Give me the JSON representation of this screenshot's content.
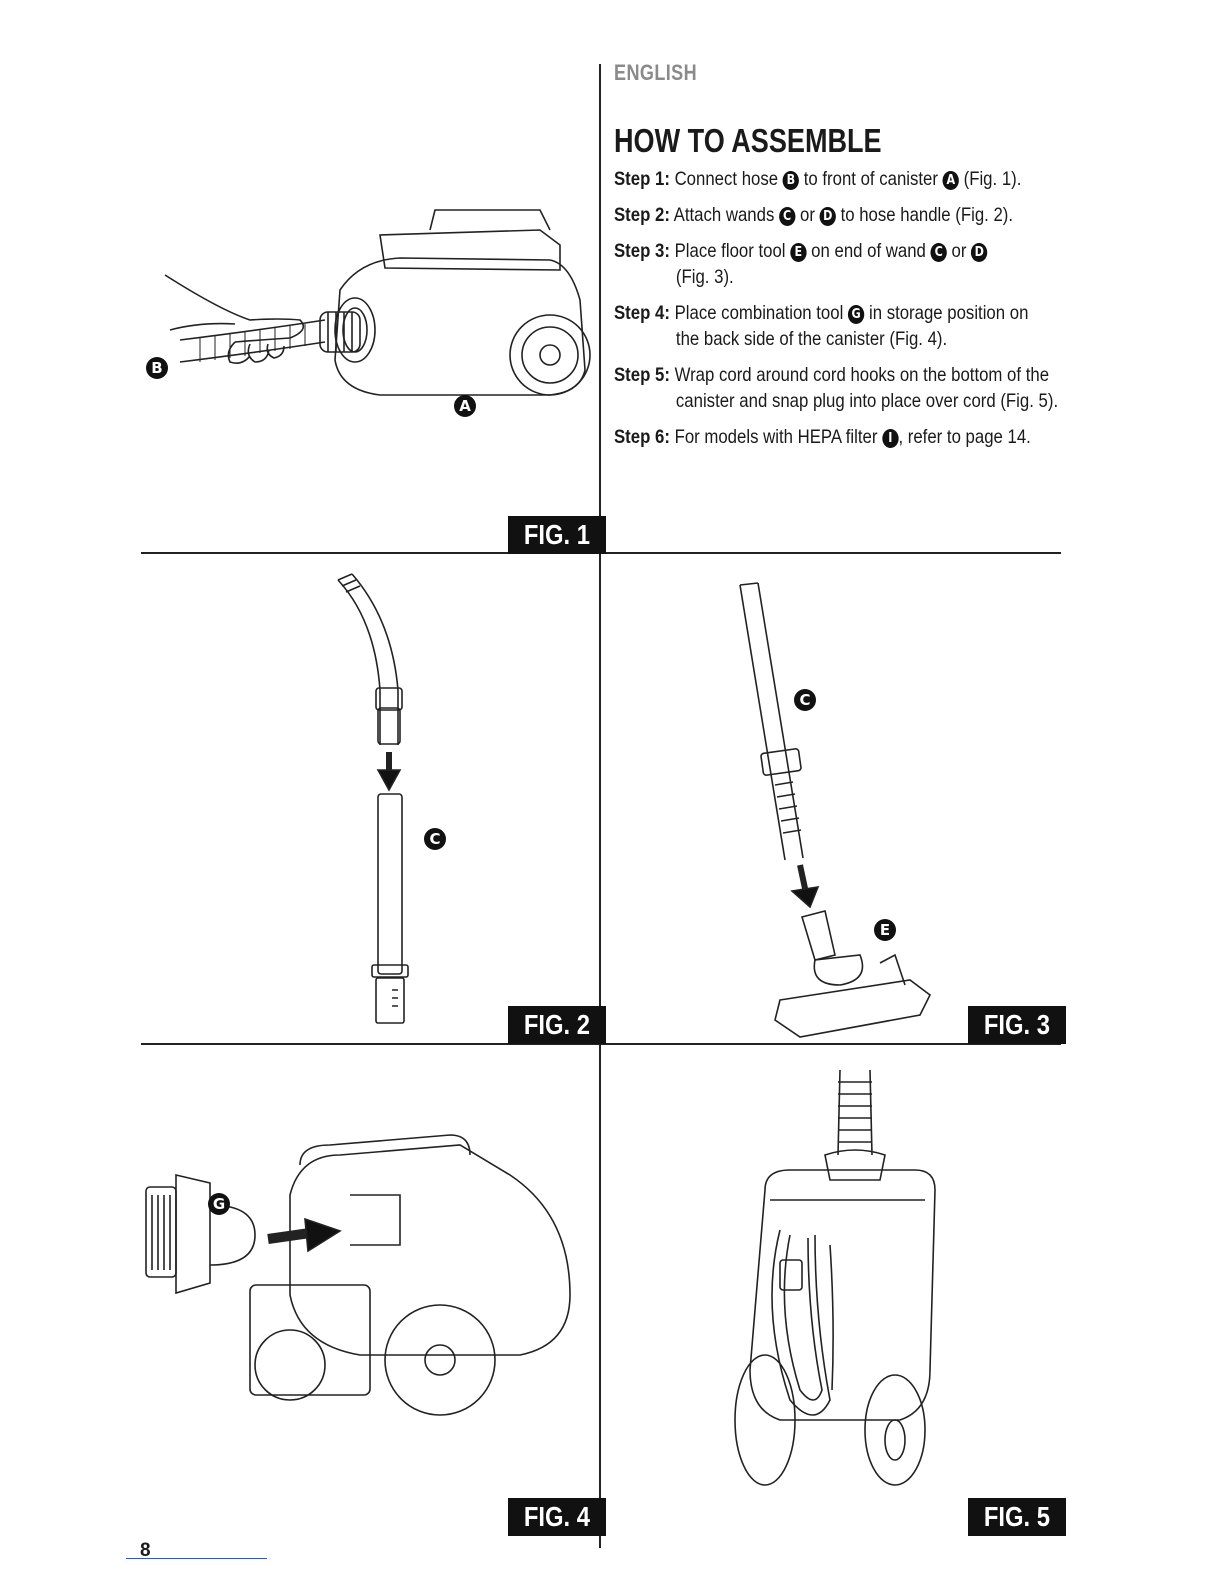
{
  "header": {
    "language": "ENGLISH",
    "title": "HOW TO ASSEMBLE"
  },
  "steps": [
    {
      "label": "Step 1:",
      "parts": [
        "Connect hose",
        "B",
        "to front of canister",
        "A",
        "(Fig. 1)."
      ]
    },
    {
      "label": "Step 2:",
      "parts": [
        "Attach wands",
        "C",
        "or",
        "D",
        "to hose handle (Fig. 2)."
      ]
    },
    {
      "label": "Step 3:",
      "parts": [
        "Place floor tool",
        "E",
        "on end of wand",
        "C",
        "or",
        "D"
      ],
      "cont": "(Fig. 3)."
    },
    {
      "label": "Step 4:",
      "parts": [
        "Place combination tool",
        "G",
        "in storage position on"
      ],
      "cont": "the back side of the canister (Fig. 4)."
    },
    {
      "label": "Step 5:",
      "parts": [
        "Wrap cord around cord hooks on the bottom of the"
      ],
      "cont": "canister and snap plug into place over cord (Fig. 5)."
    },
    {
      "label": "Step 6:",
      "parts": [
        "For models with HEPA filter",
        "I",
        ", refer to page 14."
      ]
    }
  ],
  "figures": {
    "fig1": {
      "label": "FIG. 1",
      "callouts": [
        "B",
        "A"
      ]
    },
    "fig2": {
      "label": "FIG. 2",
      "callouts": [
        "C"
      ]
    },
    "fig3": {
      "label": "FIG. 3",
      "callouts": [
        "C",
        "E"
      ]
    },
    "fig4": {
      "label": "FIG. 4",
      "callouts": [
        "G"
      ]
    },
    "fig5": {
      "label": "FIG. 5",
      "callouts": []
    }
  },
  "page_number": "8"
}
